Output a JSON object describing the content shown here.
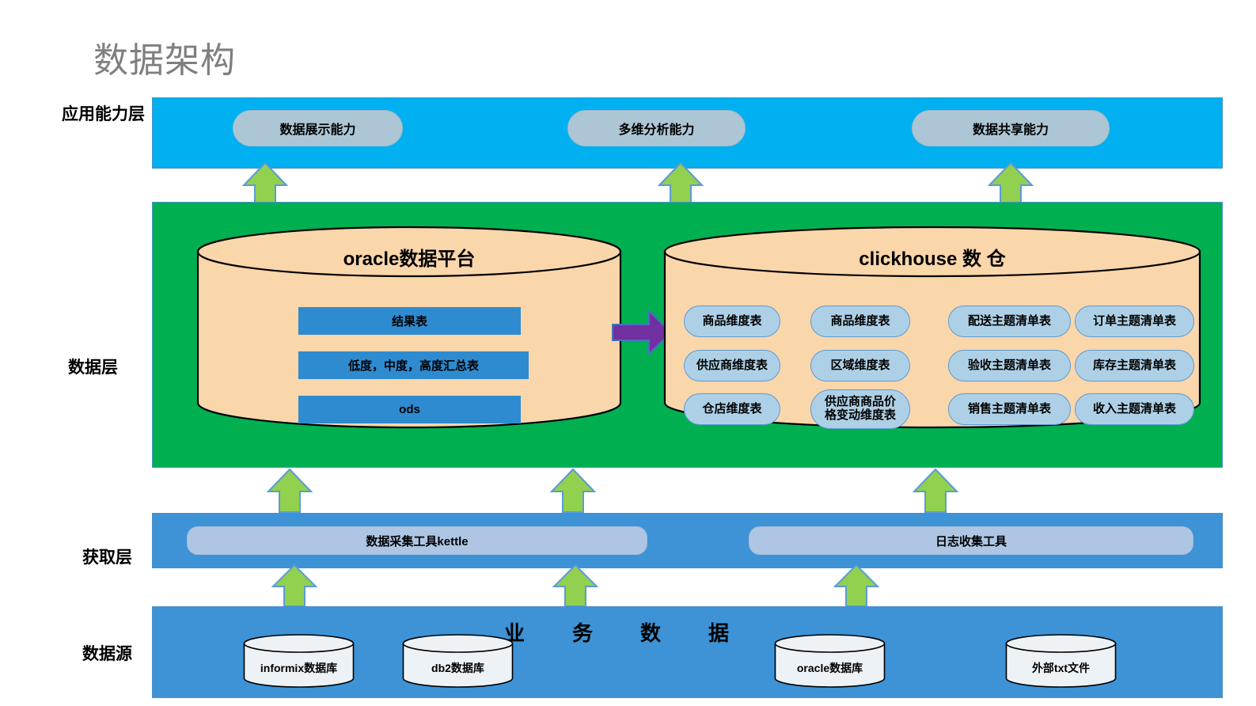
{
  "title": "数据架构",
  "layers": [
    {
      "label": "应用能力层"
    },
    {
      "label": "数据层"
    },
    {
      "label": "获取层"
    },
    {
      "label": "数据源"
    }
  ],
  "application_layer": {
    "capabilities": [
      {
        "label": "数据展示能力"
      },
      {
        "label": "多维分析能力"
      },
      {
        "label": "数据共享能力"
      }
    ]
  },
  "data_layer": {
    "oracle": {
      "title": "oracle数据平台",
      "tables": [
        {
          "label": "结果表"
        },
        {
          "label": "低度，中度，高度汇总表"
        },
        {
          "label": "ods"
        }
      ]
    },
    "clickhouse": {
      "title": "clickhouse 数 仓",
      "pills": [
        {
          "label": "商品维度表"
        },
        {
          "label": "商品维度表"
        },
        {
          "label": "配送主题清单表"
        },
        {
          "label": "订单主题清单表"
        },
        {
          "label": "供应商维度表"
        },
        {
          "label": "区域维度表"
        },
        {
          "label": "验收主题清单表"
        },
        {
          "label": "库存主题清单表"
        },
        {
          "label": "仓店维度表"
        },
        {
          "label": "供应商商品价\n格变动维度表"
        },
        {
          "label": "销售主题清单表"
        },
        {
          "label": "收入主题清单表"
        }
      ]
    }
  },
  "acquisition_layer": {
    "tools": [
      {
        "label": "数据采集工具kettle"
      },
      {
        "label": "日志收集工具"
      }
    ]
  },
  "source_layer": {
    "heading": "业务数据",
    "databases": [
      {
        "label": "informix数据库"
      },
      {
        "label": "db2数据库"
      },
      {
        "label": "oracle数据库"
      },
      {
        "label": "外部txt文件"
      }
    ]
  },
  "colors": {
    "application_band": "#00b0f0",
    "data_band": "#00b050",
    "acquisition_band": "#3d93d6",
    "source_band": "#3d93d6",
    "capsule": "#adc6d6",
    "cylinder_fill": "#fad6ab",
    "oracle_table": "#2e8bd0",
    "clickhouse_pill": "#aed0e6",
    "up_arrow": "#92d050",
    "flow_arrow": "#7030a0",
    "title_text": "#7f7f7f"
  }
}
